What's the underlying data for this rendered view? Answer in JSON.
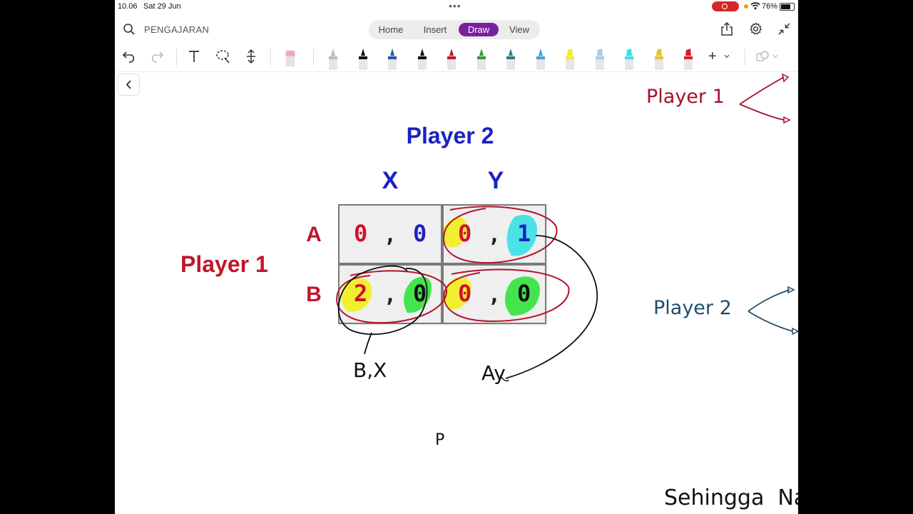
{
  "status": {
    "time": "10.06",
    "date": "Sat 29 Jun",
    "battery": "76%",
    "battery_level": 0.76
  },
  "toolbar": {
    "notebook_name": "PENGAJARAN",
    "tabs": [
      {
        "label": "Home"
      },
      {
        "label": "Insert"
      },
      {
        "label": "Draw",
        "active": true
      },
      {
        "label": "View"
      }
    ],
    "accent": "#7b1fa2"
  },
  "pens": [
    {
      "name": "pen-gray",
      "color": "#bdbdbd"
    },
    {
      "name": "pen-black",
      "color": "#111111"
    },
    {
      "name": "pen-blue",
      "color": "#1f5aa6"
    },
    {
      "name": "pen-black-2",
      "color": "#111111"
    },
    {
      "name": "pen-red",
      "color": "#c0162a"
    },
    {
      "name": "pen-green",
      "color": "#2e9b3a"
    },
    {
      "name": "pen-teal",
      "color": "#2f7c86"
    },
    {
      "name": "pen-lightblue",
      "color": "#3aa4d8"
    },
    {
      "name": "highlighter-yellow",
      "color": "#f2ea2a"
    },
    {
      "name": "highlighter-lightblue",
      "color": "#a9cbe6"
    },
    {
      "name": "highlighter-cyan",
      "color": "#38e0e6"
    },
    {
      "name": "highlighter-gold",
      "color": "#e7c531"
    },
    {
      "name": "highlighter-red",
      "color": "#d91c2b"
    }
  ],
  "slide": {
    "player2_title": "Player 2",
    "columns": [
      "X",
      "Y"
    ],
    "rows": [
      "A",
      "B"
    ],
    "player1_label": "Player 1",
    "payoffs": [
      [
        [
          "0",
          "0"
        ],
        [
          "0",
          "1"
        ]
      ],
      [
        [
          "2",
          "0"
        ],
        [
          "0",
          "0"
        ]
      ]
    ],
    "comma": ","
  },
  "handwriting": {
    "bx": "B,X",
    "ay": "Ay",
    "p": "P",
    "player1": "Player 1",
    "player2": "Player 2",
    "sehingga": "Sehingga  Nas"
  }
}
